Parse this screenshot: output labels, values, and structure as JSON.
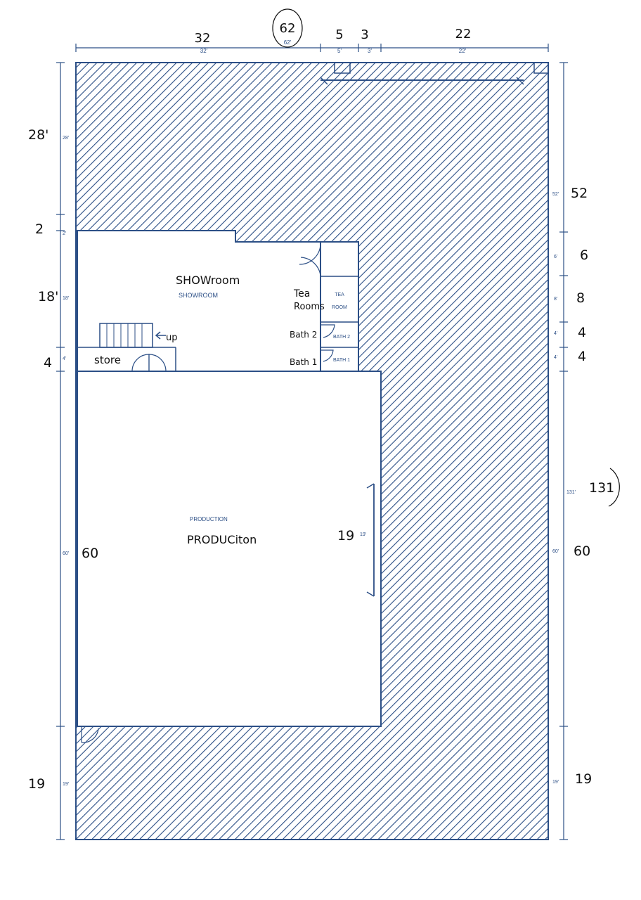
{
  "colors": {
    "line": "#2c4f86",
    "hatch": "#2c4f86",
    "handwriting": "#111111",
    "paper": "#ffffff"
  },
  "top_dims": {
    "hand": [
      "32",
      "62",
      "5",
      "3",
      "22"
    ],
    "print": [
      "32'",
      "62'",
      "5'",
      "3'",
      "22'"
    ]
  },
  "left_dims": {
    "hand": [
      "28'",
      "2",
      "18'",
      "4",
      "60",
      "19"
    ],
    "print": [
      "28'",
      "2'",
      "18'",
      "4'",
      "60'",
      "19'"
    ]
  },
  "right_dims": {
    "hand": [
      "52",
      "6",
      "8",
      "4",
      "4",
      "131",
      "60",
      "19"
    ],
    "print": [
      "52'",
      "6'",
      "8'",
      "4'",
      "4'",
      "131'",
      "60'",
      "19'"
    ]
  },
  "rooms": {
    "showroom_hand": "SHOWroom",
    "showroom_print": "SHOWROOM",
    "tea_hand_1": "Tea",
    "tea_hand_2": "Rooms",
    "tea_print_1": "TEA",
    "tea_print_2": "ROOM",
    "bath2_hand": "Bath 2",
    "bath2_print": "BATH 2",
    "bath1_hand": "Bath 1",
    "bath1_print": "BATH 1",
    "store_hand": "store",
    "up_hand": "up",
    "production_print": "PRODUCTION",
    "production_hand": "PRODUCiton",
    "wall_dim_hand": "19",
    "wall_dim_print": "19'"
  }
}
